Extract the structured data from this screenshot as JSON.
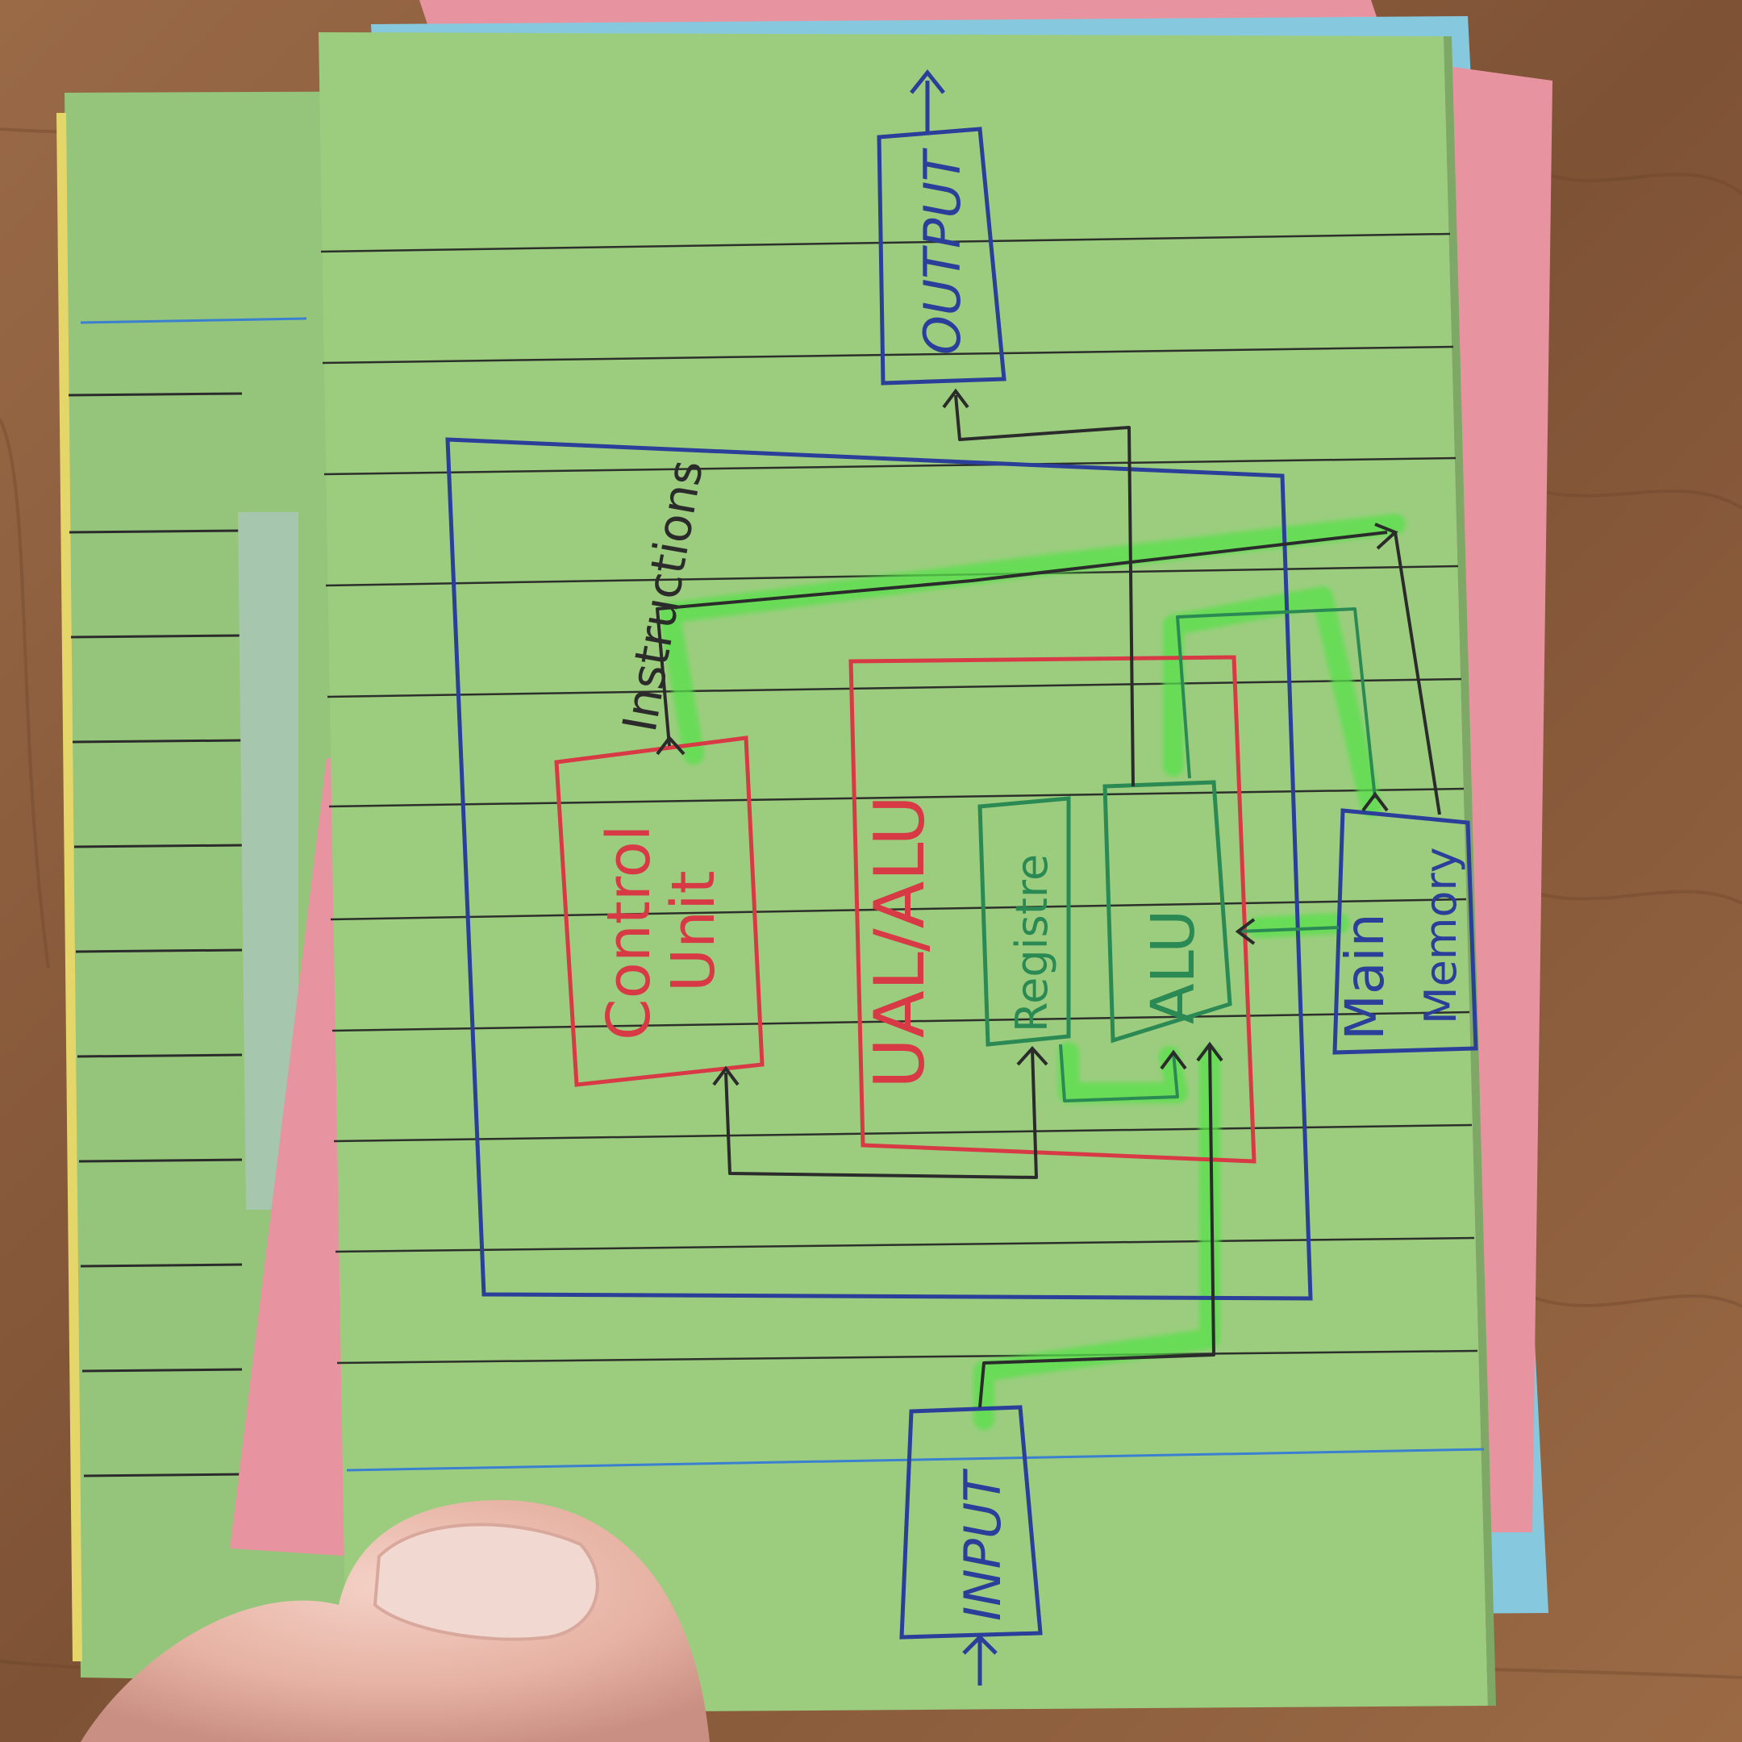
{
  "colors": {
    "wood": "#8a5a3a",
    "card_green": "#9ccd7f",
    "card_pink": "#e894a0",
    "card_blue": "#86c8dd",
    "ink_blue": "#2a3e9a",
    "ink_red": "#d83a45",
    "ink_green": "#2b8a53",
    "ink_black": "#2b2b2b",
    "highlighter": "#55e04a"
  },
  "diagram": {
    "output_label": "OUTPUT",
    "input_label": "INPUT",
    "instructions_label": "Instructions",
    "control_unit_line1": "Control",
    "control_unit_line2": "Unit",
    "ual_alu_label": "UAL/ALU",
    "registers_label": "Registre",
    "alu_label": "ALU",
    "main_memory_line1": "Main",
    "main_memory_line2": "Memory"
  }
}
